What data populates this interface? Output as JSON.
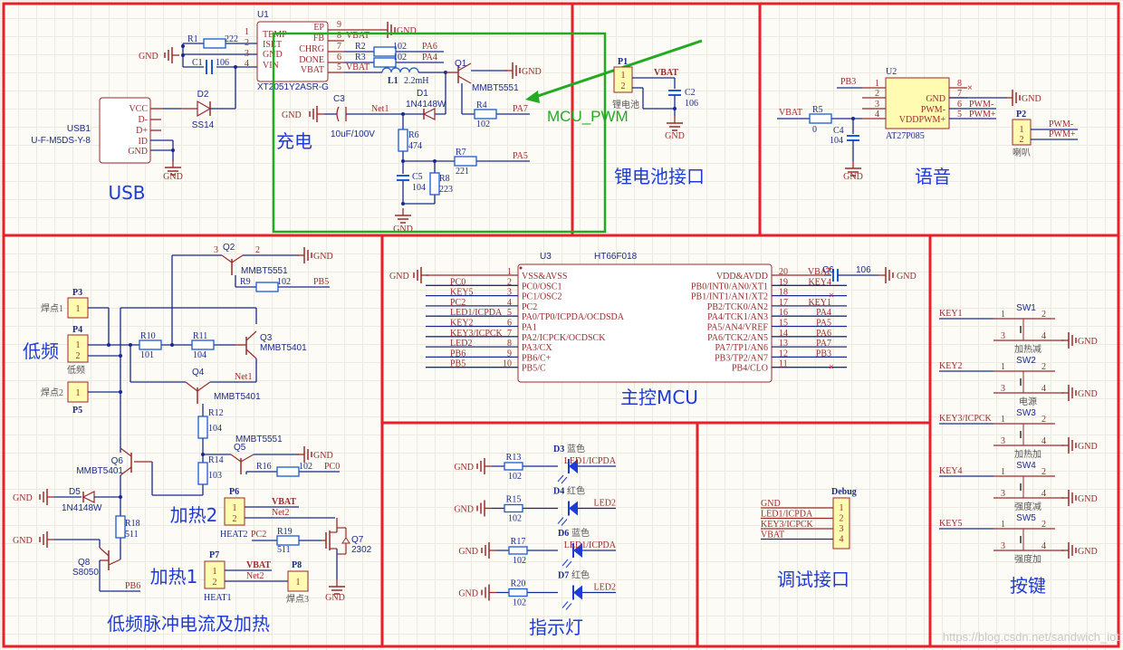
{
  "sections": {
    "usb": "USB",
    "charge": "充电",
    "battery": "锂电池接口",
    "voice": "语音",
    "pulse": "低频脉冲电流及加热",
    "mcu": "主控MCU",
    "led": "指示灯",
    "debug": "调试接口",
    "keys": "按键"
  },
  "annotation": {
    "label": "MCU_PWM",
    "color": "#22aa22"
  },
  "colors": {
    "frame": "#e8202a",
    "wire": "#1a2a8c",
    "pin": "#9b2a2a",
    "title": "#1f3bd6",
    "highlight": "#22aa22"
  },
  "usb": {
    "ref": "USB1",
    "part": "U-F-M5DS-Y-8",
    "pins": [
      "VCC",
      "D-",
      "D+",
      "ID",
      "GND"
    ],
    "d2_ref": "D2",
    "d2_part": "SS14",
    "r1_ref": "R1",
    "r1_val": "222",
    "c1_ref": "C1",
    "c1_val": "106",
    "gnd": "GND"
  },
  "u1": {
    "ref": "U1",
    "part": "XT2051Y2ASR-G",
    "left_pins": [
      "TEMP",
      "ISET",
      "GND",
      "VIN"
    ],
    "right_pins": [
      "EP",
      "FB",
      "CHRG",
      "DONE",
      "VBAT"
    ],
    "right_nums": [
      "9",
      "8",
      "7",
      "6",
      "5"
    ],
    "left_nums": [
      "1",
      "2",
      "3",
      "4"
    ]
  },
  "charge": {
    "r2_ref": "R2",
    "r2_val": "102",
    "r2_net": "PA6",
    "r3_ref": "R3",
    "r3_val": "102",
    "r3_net": "PA4",
    "l1_ref": "L1",
    "l1_val": "2.2mH",
    "vbat": "VBAT",
    "q1_ref": "Q1",
    "q1_part": "MMBT5551",
    "d1_ref": "D1",
    "d1_part": "1N4148W",
    "c3_ref": "C3",
    "c3_val": "10uF/100V",
    "net1": "Net1",
    "r4_ref": "R4",
    "r4_val": "102",
    "r4_net": "PA7",
    "r6_ref": "R6",
    "r6_val": "474",
    "r7_ref": "R7",
    "r7_val": "221",
    "r7_net": "PA5",
    "c5_ref": "C5",
    "c5_val": "104",
    "r8_ref": "R8",
    "r8_val": "223",
    "gnd": "GND"
  },
  "battery": {
    "ref": "P1",
    "pins": [
      "1",
      "2"
    ],
    "comment": "锂电池",
    "vbat": "VBAT",
    "c2_ref": "C2",
    "c2_val": "106",
    "gnd": "GND"
  },
  "voice": {
    "ref": "U2",
    "part": "AT27P085",
    "pins": [
      "GND",
      "PWM-",
      "VDDPWM+"
    ],
    "pin_nums_left": [
      "1",
      "2",
      "3",
      "4"
    ],
    "pin_nums_right": [
      "8",
      "7",
      "6",
      "5"
    ],
    "pb3": "PB3",
    "vbat": "VBAT",
    "r5_ref": "R5",
    "r5_val": "0",
    "c4_ref": "C4",
    "c4_val": "104",
    "pwm_minus": "PWM-",
    "pwm_plus": "PWM+",
    "p2_ref": "P2",
    "p2_comment": "喇叭",
    "gnd": "GND"
  },
  "pulse": {
    "q2_ref": "Q2",
    "q2_part": "MMBT5551",
    "r9_ref": "R9",
    "r9_val": "102",
    "r9_net": "PB5",
    "p3_ref": "P3",
    "p3_comment": "焊点1",
    "p4_ref": "P4",
    "p4_comment": "低频",
    "low_freq": "低频",
    "p5_ref": "P5",
    "p5_comment": "焊点2",
    "r10_ref": "R10",
    "r10_val": "101",
    "r11_ref": "R11",
    "r11_val": "104",
    "q3_ref": "Q3",
    "q3_part": "MMBT5401",
    "q4_ref": "Q4",
    "q4_part": "MMBT5401",
    "net1": "Net1",
    "r12_ref": "R12",
    "r12_val": "104",
    "q5_ref": "Q5",
    "q5_part": "MMBT5551",
    "r14_ref": "R14",
    "r14_val": "103",
    "r16_ref": "R16",
    "r16_val": "102",
    "r16_net": "PC0",
    "q6_ref": "Q6",
    "q6_part": "MMBT5401",
    "d5_ref": "D5",
    "d5_part": "1N4148W",
    "r18_ref": "R18",
    "r18_val": "511",
    "q8_ref": "Q8",
    "q8_part": "S8050",
    "pb6": "PB6",
    "heat2": "加热2",
    "p6_ref": "P6",
    "p6_comment": "HEAT2",
    "net2": "Net2",
    "vbat": "VBAT",
    "pc2": "PC2",
    "r19_ref": "R19",
    "r19_val": "511",
    "q7_ref": "Q7",
    "q7_part": "2302",
    "heat1": "加热1",
    "p7_ref": "P7",
    "p7_comment": "HEAT1",
    "p8_ref": "P8",
    "p8_comment": "焊点3",
    "gnd": "GND"
  },
  "mcu": {
    "ref": "U3",
    "part": "HT66F018",
    "left_pins": [
      "VSS&AVSS",
      "PC0/OSC1",
      "PC1/OSC2",
      "PC2",
      "PA0/TP0/ICPDA/OCDSDA",
      "PA1",
      "PA2/ICPCK/OCDSCK",
      "PA3/CX",
      "PB6/C+",
      "PB5/C"
    ],
    "left_nums": [
      "1",
      "2",
      "3",
      "4",
      "5",
      "6",
      "7",
      "8",
      "9",
      "10"
    ],
    "left_nets": [
      "",
      "PC0",
      "KEY5",
      "PC2",
      "LED1/ICPDA",
      "KEY2",
      "KEY3/ICPCK",
      "LED2",
      "PB6",
      "PB5"
    ],
    "right_pins": [
      "VDD&AVDD",
      "PB0/INT0/AN0/XT1",
      "PB1/INT1/AN1/XT2",
      "PB2/TCK0/AN2",
      "PA4/TCK1/AN3",
      "PA5/AN4/VREF",
      "PA6/TCK2/AN5",
      "PA7/TP1/AN6",
      "PB3/TP2/AN7",
      "PB4/CLO"
    ],
    "right_nums": [
      "20",
      "19",
      "18",
      "17",
      "16",
      "15",
      "14",
      "13",
      "12",
      "11"
    ],
    "right_nets": [
      "VBAT",
      "KEY4",
      "",
      "KEY1",
      "PA4",
      "PA5",
      "PA6",
      "PA7",
      "PB3",
      ""
    ],
    "c6_ref": "C6",
    "c6_val": "106",
    "gnd": "GND"
  },
  "leds": [
    {
      "r_ref": "R13",
      "r_val": "102",
      "d_ref": "D3",
      "color": "蓝色",
      "net": "LED1/ICPDA",
      "gnd": "GND"
    },
    {
      "r_ref": "R15",
      "r_val": "102",
      "d_ref": "D4",
      "color": "红色",
      "net": "LED2",
      "gnd": "GND"
    },
    {
      "r_ref": "R17",
      "r_val": "102",
      "d_ref": "D6",
      "color": "蓝色",
      "net": "LED1/ICPDA",
      "gnd": "GND"
    },
    {
      "r_ref": "R20",
      "r_val": "102",
      "d_ref": "D7",
      "color": "红色",
      "net": "LED2",
      "gnd": "GND"
    }
  ],
  "debug": {
    "ref": "Debug",
    "nets": [
      "GND",
      "LED1/ICPDA",
      "KEY3/ICPCK",
      "VBAT"
    ],
    "pins": [
      "1",
      "2",
      "3",
      "4"
    ]
  },
  "keys": [
    {
      "net": "KEY1",
      "ref": "SW1",
      "comment": "加热减",
      "gnd": "GND"
    },
    {
      "net": "KEY2",
      "ref": "SW2",
      "comment": "电源",
      "gnd": "GND"
    },
    {
      "net": "KEY3/ICPCK",
      "ref": "SW3",
      "comment": "加热加",
      "gnd": "GND"
    },
    {
      "net": "KEY4",
      "ref": "SW4",
      "comment": "强度减",
      "gnd": "GND"
    },
    {
      "net": "KEY5",
      "ref": "SW5",
      "comment": "强度加",
      "gnd": "GND"
    }
  ],
  "watermark": "https://blog.csdn.net/sandwich_iot"
}
